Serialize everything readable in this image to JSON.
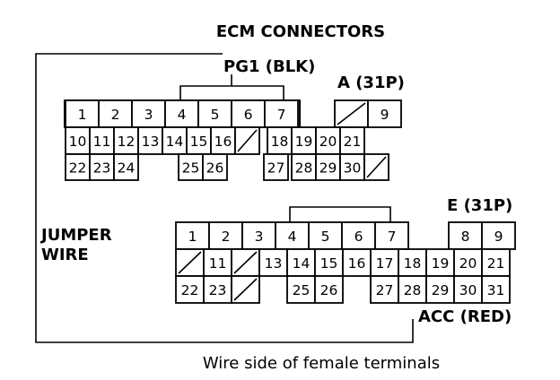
{
  "diagram": {
    "title": "ECM CONNECTORS",
    "group_label": "PG1 (BLK)",
    "jumper_label_line1": "JUMPER",
    "jumper_label_line2": "WIRE",
    "acc_label": "ACC (RED)",
    "caption": "Wire side of female terminals",
    "connector_a": {
      "label": "A (31P)",
      "rows": [
        [
          "1",
          "2",
          "3",
          "4",
          "5",
          "6",
          "7",
          "",
          "/",
          "9"
        ],
        [
          "10",
          "11",
          "12",
          "13",
          "14",
          "15",
          "16",
          "/",
          "18",
          "19",
          "20",
          "21"
        ],
        [
          "22",
          "23",
          "24",
          "",
          "25",
          "26",
          "",
          "27",
          "28",
          "29",
          "30",
          "/"
        ]
      ]
    },
    "connector_e": {
      "label": "E (31P)",
      "rows": [
        [
          "1",
          "2",
          "3",
          "4",
          "5",
          "6",
          "7",
          "",
          "8",
          "9"
        ],
        [
          "/",
          "11",
          "/",
          "13",
          "14",
          "15",
          "16",
          "17",
          "18",
          "19",
          "20",
          "21"
        ],
        [
          "22",
          "23",
          "/",
          "",
          "25",
          "26",
          "",
          "27",
          "28",
          "29",
          "30",
          "31"
        ]
      ]
    }
  }
}
